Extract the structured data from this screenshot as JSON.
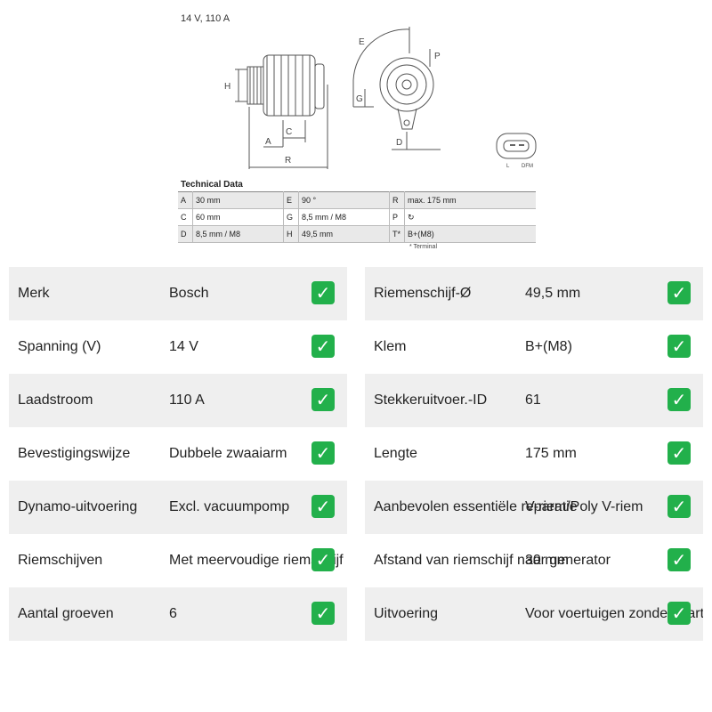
{
  "header": {
    "title": "14 V, 110 A"
  },
  "drawing": {
    "dimension_letters": [
      "H",
      "A",
      "C",
      "R",
      "E",
      "P",
      "G",
      "D"
    ],
    "connector_labels": [
      "L",
      "DFM"
    ]
  },
  "technical_data": {
    "title": "Technical Data",
    "rows": [
      [
        "A",
        "30 mm",
        "E",
        "90 °",
        "R",
        "max. 175 mm"
      ],
      [
        "C",
        "60 mm",
        "G",
        "8,5 mm / M8",
        "P",
        ""
      ],
      [
        "D",
        "8,5 mm / M8",
        "H",
        "49,5 mm",
        "T*",
        "B+(M8)"
      ]
    ],
    "footnote": "* Terminal",
    "rotation_icon": "clockwise-rotation-icon"
  },
  "specs_left": [
    {
      "label": "Merk",
      "value": "Bosch"
    },
    {
      "label": "Spanning (V)",
      "value": "14 V"
    },
    {
      "label": "Laadstroom",
      "value": "110 A"
    },
    {
      "label": "Bevestigingswijze",
      "value": "Dubbele zwaaiarm"
    },
    {
      "label": "Dynamo-uitvoering",
      "value": "Excl. vacuumpomp"
    },
    {
      "label": "Riemschijven",
      "value": "Met meervoudige riemschijf"
    },
    {
      "label": "Aantal groeven",
      "value": "6"
    }
  ],
  "specs_right": [
    {
      "label": "Riemenschijf-Ø",
      "value": "49,5 mm"
    },
    {
      "label": "Klem",
      "value": "B+(M8)"
    },
    {
      "label": "Stekkeruitvoer.-ID",
      "value": "61"
    },
    {
      "label": "Lengte",
      "value": "175 mm"
    },
    {
      "label": "Aanbevolen essentiële reparatie",
      "value": "V-riem/Poly V-riem"
    },
    {
      "label": "Afstand van riemschijf naar generator",
      "value": "30 mm"
    },
    {
      "label": "Uitvoering",
      "value": "Voor voertuigen zonder start-stopfunctie"
    }
  ],
  "check_icon": "check-mark-icon",
  "colors": {
    "check": "#22b04b",
    "row_shade": "#efefef"
  }
}
